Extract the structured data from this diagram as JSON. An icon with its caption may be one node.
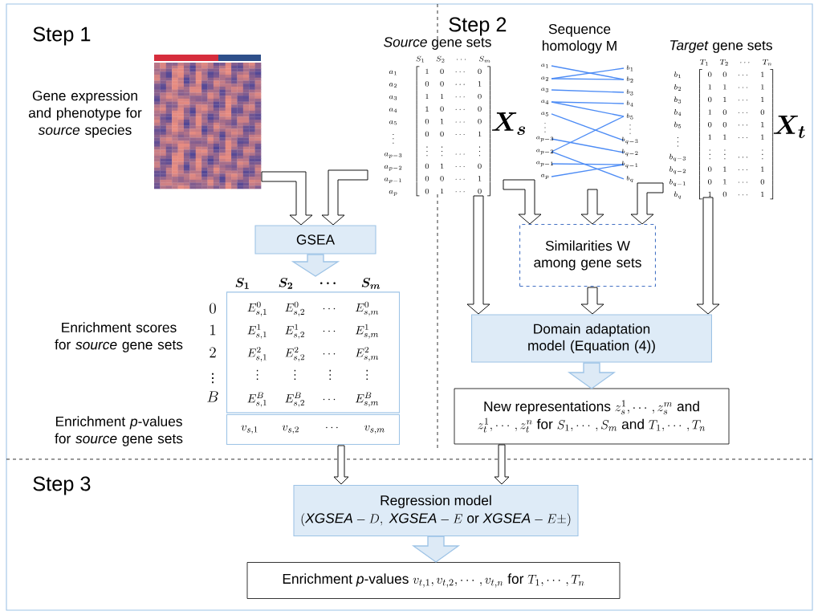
{
  "diagram": {
    "nodes": [
      {
        "text": [],
        "shape": "picture",
        "beside": [
          "Gene expression and phenotype for *source* species"
        ]
      },
      {
        "text": [
          "*Source* gene sets",
          "\\begin{array}{c@{\\;}c} & \\begin{array}{cccc} S_1 & S_2 & \\cdots & S_m \\end{array} \\\\ \\begin{array}{c} a_1\\\\ a_2\\\\ a_3\\\\ a_4\\\\ a_5\\\\ \\vdots\\\\ a_{p-3}\\\\ a_{p-2}\\\\ a_{p-1}\\\\ a_p \\end{array} & \\left[\\begin{array}{cccc} 1&0&\\cdots&0\\\\ 0&0&\\cdots&1\\\\ 1&1&\\cdots&0\\\\ 1&0&\\cdots&0\\\\ 0&1&\\cdots&0\\\\ 0&0&\\cdots&1\\\\ \\vdots&\\vdots&\\cdots&\\vdots\\\\ 0&1&\\cdots&0\\\\ 0&0&\\cdots&1\\\\ 0&1&\\cdots&0 \\end{array}\\right] \\end{array}",
          "X_s"
        ]
      },
      {
        "text": [
          "Sequence homology M"
        ]
      },
      {
        "text": [
          "*Target* gene sets",
          "\\begin{array}{c@{\\;}c} & \\begin{array}{cccc} T_1 & T_2 & \\cdots & T_n \\end{array} \\\\ \\begin{array}{c} b_1\\\\ b_2\\\\ b_3\\\\ b_4\\\\ b_5\\\\ \\vdots\\\\ b_{q-3}\\\\ b_{q-2}\\\\ b_{q-1}\\\\ b_q \\end{array} & \\left[\\begin{array}{cccc} 0&0&\\cdots&1\\\\ 1&1&\\cdots&1\\\\ 0&1&\\cdots&1\\\\ 1&0&\\cdots&0\\\\ 0&0&\\cdots&1\\\\ 1&1&\\cdots&1\\\\ \\vdots&\\vdots&\\cdots&\\vdots\\\\ 0&1&\\cdots&1\\\\ 0&1&\\cdots&0\\\\ 1&0&\\cdots&1 \\end{array}\\right] \\end{array}",
          "X_t"
        ]
      },
      {
        "text": [
          "GSEA"
        ]
      },
      {
        "text": [
          "Similarities W among gene sets"
        ]
      },
      {
        "text": [
          "\\begin{array}{cccc} E_{s,1}^0 & E_{s,2}^0 & \\cdots & E_{s,m}^0 \\\\ E_{s,1}^1 & E_{s,2}^1 & \\cdots & E_{s,m}^1 \\\\ E_{s,1}^2 & E_{s,2}^2 & \\cdots & E_{s,m}^2 \\\\ \\vdots & \\vdots & \\vdots & \\vdots \\\\ E_{s,1}^B & E_{s,2}^B & \\cdots & E_{s,m}^B \\end{array}"
        ],
        "beside": [
          "Enrichment scores for *source* gene sets"
        ]
      },
      {
        "text": [
          "v_{s,1}\\qquad v_{s,2}\\qquad \\cdots\\qquad v_{s,m}"
        ],
        "beside": [
          "Enrichment *p*-values for *source* gene sets"
        ]
      },
      {
        "text": [
          "Domain adaptation model (Equation (4))"
        ]
      },
      {
        "text": [
          "\\text{New representations } z_s^1,\\cdots,z_s^m \\text{ and}",
          "z_t^1,\\cdots,z_t^n \\text{ for } S_1,\\cdots,S_m \\text{ and } T_1,\\cdots,T_n"
        ]
      },
      {
        "text": [
          "Regression model",
          "(\\mathit{XGSEA}-D,\\ \\mathit{XGSEA}-E \\text{ or } \\mathit{XGSEA}-E\\pm)"
        ]
      },
      {
        "text": [
          "\\text{Enrichment }\\textit{p}\\text{-values } v_{t,1},v_{t,2},\\cdots,v_{t,n} \\text{ for } T_1,\\cdots,T_n"
        ]
      }
    ],
    "edges": [
      {
        "from": 0,
        "to": 4,
        "arrow": "to"
      },
      {
        "from": 1,
        "to": 4,
        "arrow": "to"
      },
      {
        "from": 1,
        "to": 5,
        "arrow": "to"
      },
      {
        "from": 2,
        "to": 5,
        "arrow": "to"
      },
      {
        "from": 3,
        "to": 5,
        "arrow": "to"
      },
      {
        "from": 1,
        "to": 8,
        "arrow": "to"
      },
      {
        "from": 5,
        "to": 8,
        "arrow": "to"
      },
      {
        "from": 3,
        "to": 8,
        "arrow": "to"
      },
      {
        "from": 4,
        "to": 6,
        "arrow": "to",
        "style": "thick",
        "color": "#9dc3e6"
      },
      {
        "from": 8,
        "to": 9,
        "arrow": "to",
        "style": "thick",
        "color": "#9dc3e6"
      },
      {
        "from": 7,
        "to": 10,
        "arrow": "to"
      },
      {
        "from": 9,
        "to": 10,
        "arrow": "to"
      },
      {
        "from": 10,
        "to": 11,
        "arrow": "to",
        "style": "thick",
        "color": "#9dc3e6"
      }
    ],
    "labels": [
      "Step 1",
      "Step 2",
      "a_1",
      "b_1",
      "a_2",
      "b_2",
      "a_3",
      "b_3",
      "a_4",
      "b_4",
      "a_5",
      "b_5",
      "\\vdots",
      "\\vdots",
      "a_{p-3}",
      "b_{q-3}",
      "a_{p-2}",
      "b_{q-2}",
      "a_{p-1}",
      "b_{q-1}",
      "a_p",
      "b_q",
      "S_1",
      "S_2",
      "\\cdots",
      "S_m",
      "0",
      "1",
      "2",
      "\\vdots",
      "B",
      "Step 3"
    ]
  }
}
